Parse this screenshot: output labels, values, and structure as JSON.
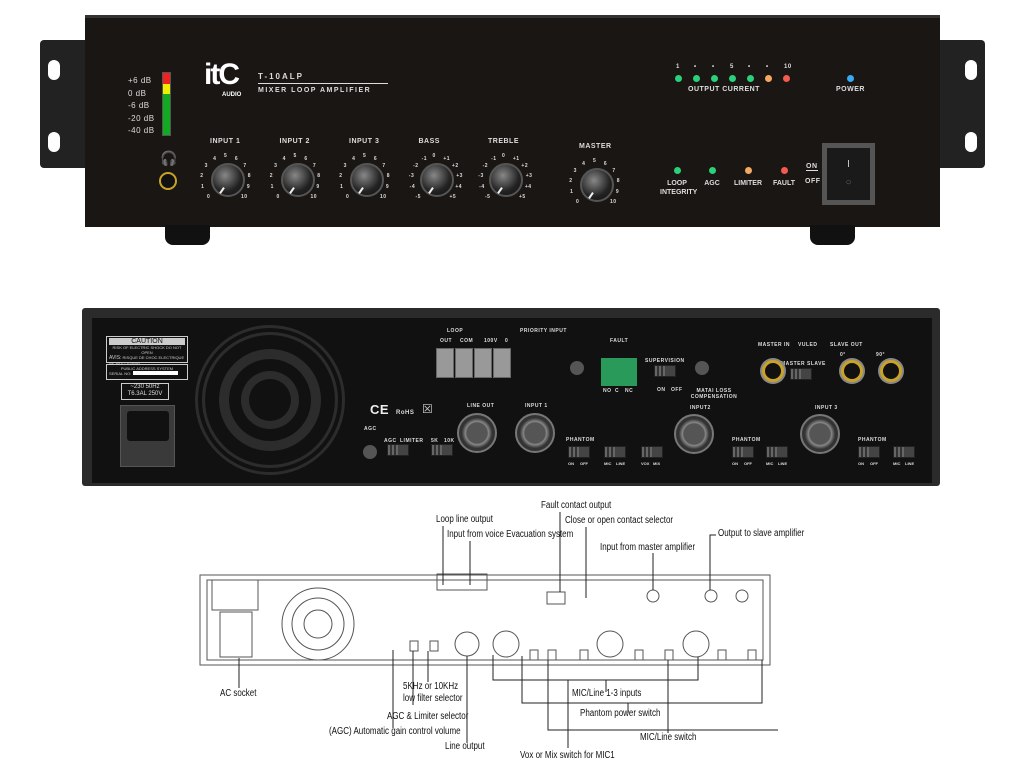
{
  "front": {
    "brand": "itC",
    "brand_sub": "AUDIO",
    "model": "T-10ALP",
    "subtitle": "MIXER LOOP AMPLIFIER",
    "meter_labels": [
      "+6 dB",
      "0 dB",
      "-6 dB",
      "-20 dB",
      "-40 dB"
    ],
    "knobs": [
      {
        "label": "INPUT 1",
        "scale": [
          "0",
          "1",
          "2",
          "3",
          "4",
          "5",
          "6",
          "7",
          "8",
          "9",
          "10"
        ]
      },
      {
        "label": "INPUT 2",
        "scale": [
          "0",
          "1",
          "2",
          "3",
          "4",
          "5",
          "6",
          "7",
          "8",
          "9",
          "10"
        ]
      },
      {
        "label": "INPUT 3",
        "scale": [
          "0",
          "1",
          "2",
          "3",
          "4",
          "5",
          "6",
          "7",
          "8",
          "9",
          "10"
        ]
      },
      {
        "label": "BASS",
        "scale": [
          "-5",
          "-4",
          "-3",
          "-2",
          "-1",
          "0",
          "+1",
          "+2",
          "+3",
          "+4",
          "+5"
        ]
      },
      {
        "label": "TREBLE",
        "scale": [
          "-5",
          "-4",
          "-3",
          "-2",
          "-1",
          "0",
          "+1",
          "+2",
          "+3",
          "+4",
          "+5"
        ]
      }
    ],
    "master": {
      "label": "MASTER",
      "scale": [
        "0",
        "1",
        "2",
        "3",
        "4",
        "5",
        "6",
        "7",
        "8",
        "9",
        "10"
      ]
    },
    "output_current": {
      "label": "OUTPUT CURRENT",
      "ticks": [
        "1",
        "•",
        "•",
        "5",
        "•",
        "•",
        "10"
      ],
      "colors": [
        "#2bd07a",
        "#2bd07a",
        "#2bd07a",
        "#2bd07a",
        "#2bd07a",
        "#f5a860",
        "#f55a50"
      ]
    },
    "power": "POWER",
    "power_color": "#39a8f5",
    "status": [
      {
        "label": "LOOP INTEGRITY",
        "color": "#2bd07a"
      },
      {
        "label": "AGC",
        "color": "#2bd07a"
      },
      {
        "label": "LIMITER",
        "color": "#f5a860"
      },
      {
        "label": "FAULT",
        "color": "#f55a50"
      }
    ],
    "on": "ON",
    "off": "OFF",
    "switch_on": "I",
    "switch_off": "○"
  },
  "rear": {
    "caution": "CAUTION",
    "caution_en": "RISK OF ELECTRIC SHOCK DO NOT OPEN",
    "avis": "AVIS:",
    "caution_fr": "RISQUE DE CHOC ELECTRIQUE NE PAS OUVRIR",
    "pas": "PUBLIC ADDRESS SYSTEM",
    "serial": "SERIAL NO:",
    "rating1": "~230 50Hz",
    "rating2": "T6.3AL 250V",
    "ce": "CE",
    "rohs": "RoHS",
    "loop": "LOOP",
    "out": "OUT",
    "com": "COM",
    "priority": "PRIORITY INPUT",
    "v100": "100V",
    "v0": "0",
    "fault": "FAULT",
    "no": "NO",
    "c": "C",
    "nc": "NC",
    "supervision": "SUPERVISION",
    "on": "ON",
    "off": "OFF",
    "matai": "MATAI LOSS COMPENSATION",
    "master_in": "MASTER IN",
    "vuled": "VULED",
    "master": "MASTER",
    "slave": "SLAVE",
    "slave_out": "SLAVE OUT",
    "deg0": "0°",
    "deg90": "90°",
    "agc": "AGC",
    "agc_sw": "AGC",
    "limiter": "LIMITER",
    "k5": "5K",
    "k10": "10K",
    "line_out": "LINE OUT",
    "input1": "INPUT 1",
    "input2": "INPUT2",
    "input3": "INPUT 3",
    "phantom": "PHANTOM",
    "mic": "MIC",
    "line": "LINE",
    "vox": "VOX",
    "mix": "MIX"
  },
  "callouts": {
    "fault_contact": "Fault contact output",
    "loop_line": "Loop line output",
    "close_open": "Close or open contact selector",
    "voice_evac": "Input from voice Evacuation system",
    "output_slave": "Output to slave amplifier",
    "input_master": "Input from master amplifier",
    "ac_socket": "AC socket",
    "filter1": "5KHz or 10KHz",
    "filter2": "low filter selector",
    "agc_limiter": "AGC & Limiter selector",
    "agc_volume": "(AGC) Automatic gain control volume",
    "line_output": "Line output",
    "mic_line_inputs": "MIC/Line 1-3 inputs",
    "phantom": "Phantom power switch",
    "mic_line_switch": "MIC/Line switch",
    "vox_mix": "Vox or Mix switch for MIC1"
  }
}
